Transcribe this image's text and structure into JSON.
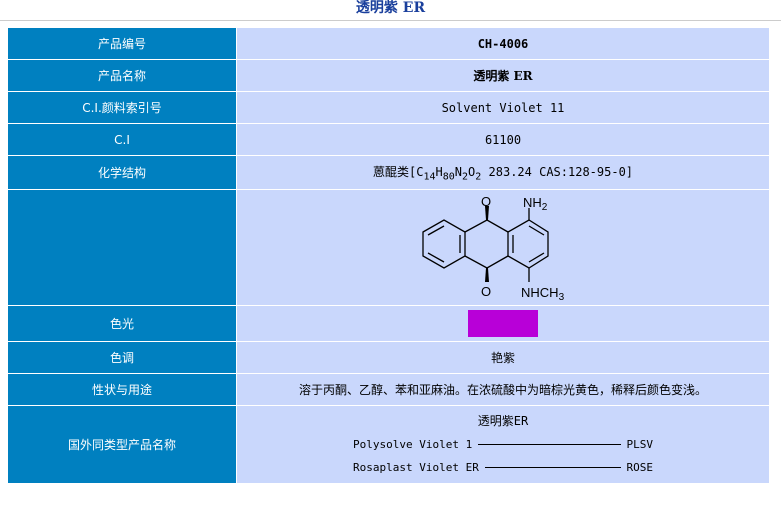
{
  "title": "透明紫 ER",
  "rows": [
    {
      "label": "产品编号",
      "value": "CH-4006"
    },
    {
      "label": "产品名称",
      "value": "透明紫 ER"
    },
    {
      "label": "C.I.颜料索引号",
      "value": "Solvent Violet 11"
    },
    {
      "label": "C.I",
      "value": "61100"
    },
    {
      "label": "化学结构",
      "value_prefix": "蒽醌类[C",
      "sub1": "14",
      "h": "H",
      "sub2": "80",
      "n": "N",
      "sub3": "2",
      "o": "O",
      "sub4": "2",
      "value_suffix": " 283.24 CAS:128-95-0]"
    },
    {
      "label": "",
      "structure": {
        "o_top": "O",
        "o_bottom": "O",
        "nh2": "NH",
        "nh2_sub": "2",
        "nhch3": "NHCH",
        "nhch3_sub": "3"
      }
    },
    {
      "label": "色光",
      "color": "#b800d8"
    },
    {
      "label": "色调",
      "value": "艳紫"
    },
    {
      "label": "性状与用途",
      "value": "溶于丙酮、乙醇、苯和亚麻油。在浓硫酸中为暗棕光黄色，稀释后颜色变浅。"
    },
    {
      "label": "国外同类型产品名称",
      "heading": "透明紫ER",
      "alternatives": [
        {
          "name": "Polysolve Violet 1",
          "code": "PLSV"
        },
        {
          "name": "Rosaplast Violet ER",
          "code": "ROSE"
        }
      ]
    }
  ]
}
